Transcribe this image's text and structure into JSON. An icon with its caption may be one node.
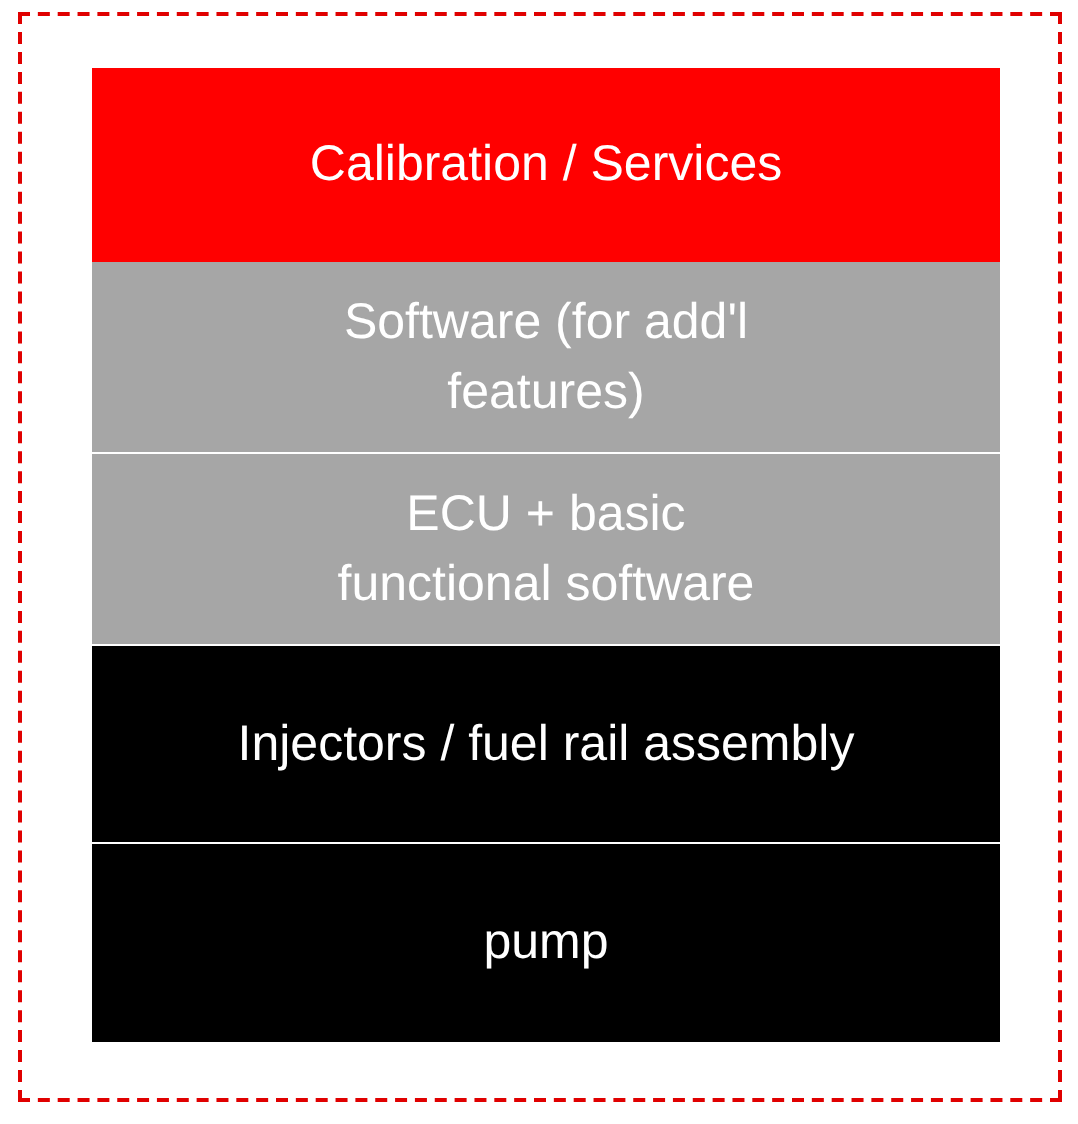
{
  "diagram": {
    "nodes": [
      {
        "text": [],
        "shape": "box"
      },
      {
        "text": [
          "Calibration / Services"
        ],
        "in": 0
      },
      {
        "text": [
          "Software (for add'l features)"
        ],
        "in": 0
      },
      {
        "text": [
          "ECU + basic functional software"
        ],
        "in": 0
      },
      {
        "text": [
          "Injectors / fuel rail assembly"
        ],
        "in": 0
      },
      {
        "text": [
          "pump"
        ],
        "in": 0
      }
    ]
  }
}
